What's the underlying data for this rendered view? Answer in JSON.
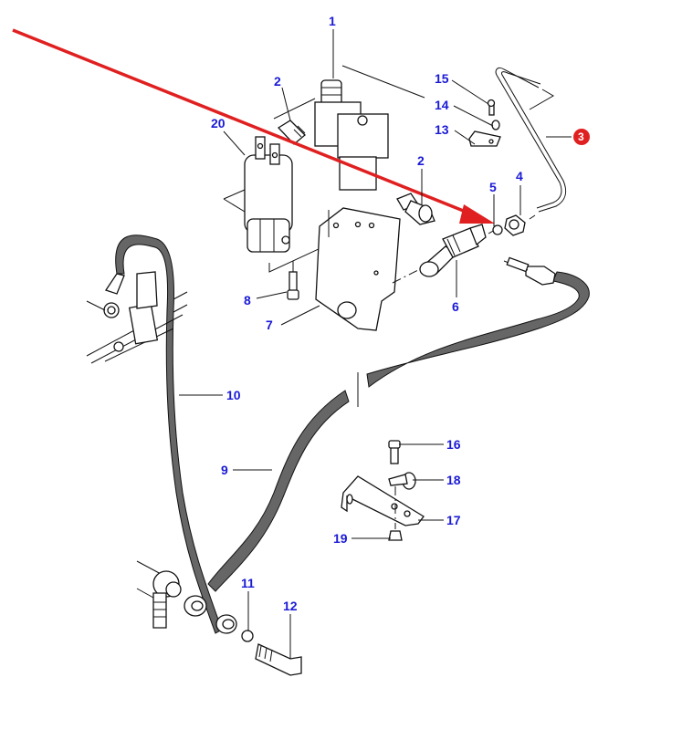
{
  "diagram": {
    "type": "exploded-parts-diagram",
    "highlight_color": "#e02020",
    "callout_color": "#1a1ad6",
    "highlighted_part": "3",
    "callouts": [
      {
        "id": "c1",
        "label": "1"
      },
      {
        "id": "c2a",
        "label": "2"
      },
      {
        "id": "c2b",
        "label": "2"
      },
      {
        "id": "c3",
        "label": "3"
      },
      {
        "id": "c4",
        "label": "4"
      },
      {
        "id": "c5",
        "label": "5"
      },
      {
        "id": "c6",
        "label": "6"
      },
      {
        "id": "c7",
        "label": "7"
      },
      {
        "id": "c8",
        "label": "8"
      },
      {
        "id": "c9",
        "label": "9"
      },
      {
        "id": "c10",
        "label": "10"
      },
      {
        "id": "c11",
        "label": "11"
      },
      {
        "id": "c12",
        "label": "12"
      },
      {
        "id": "c13",
        "label": "13"
      },
      {
        "id": "c14",
        "label": "14"
      },
      {
        "id": "c15",
        "label": "15"
      },
      {
        "id": "c16",
        "label": "16"
      },
      {
        "id": "c17",
        "label": "17"
      },
      {
        "id": "c18",
        "label": "18"
      },
      {
        "id": "c19",
        "label": "19"
      },
      {
        "id": "c20",
        "label": "20"
      }
    ]
  }
}
